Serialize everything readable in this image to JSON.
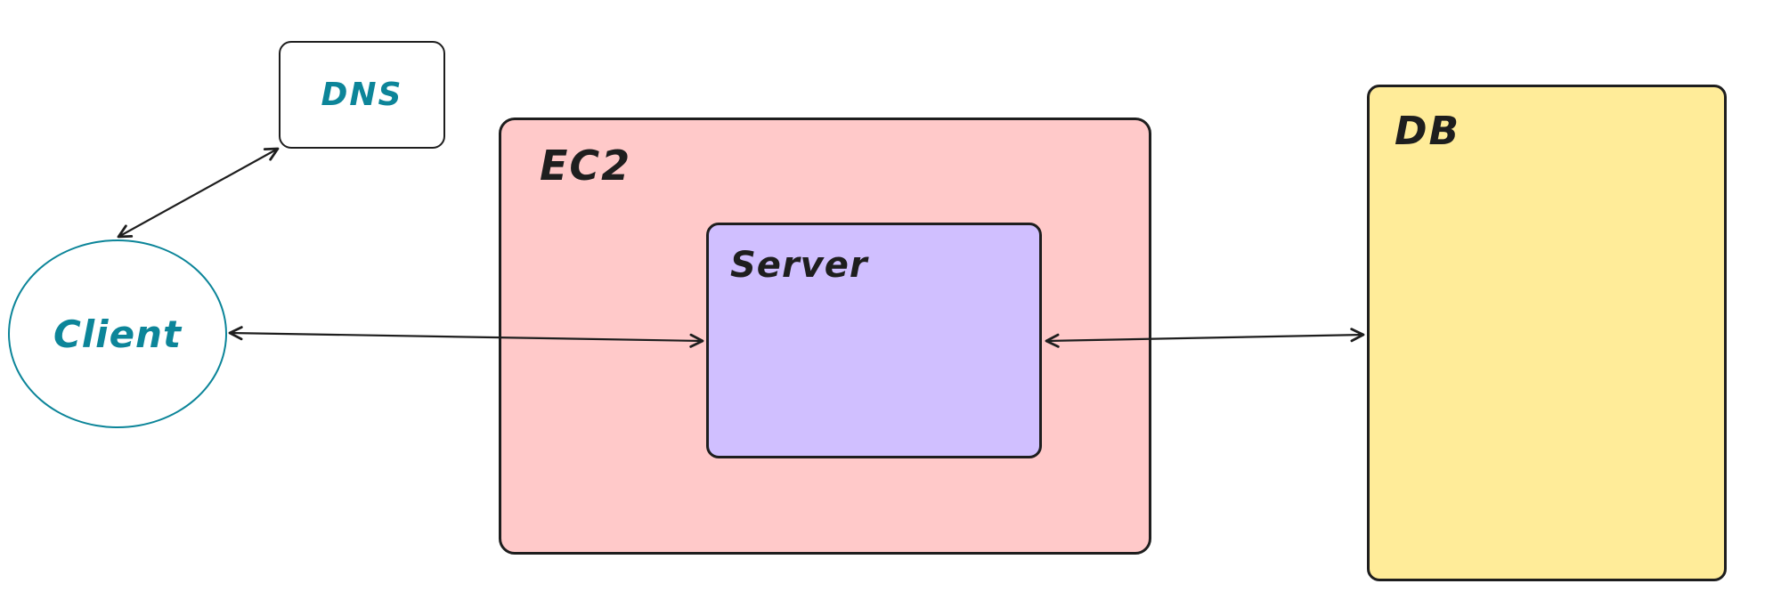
{
  "diagram": {
    "type": "architecture-sketch",
    "nodes": {
      "dns": {
        "label": "DNS",
        "shape": "rectangle",
        "fill": "#ffffff",
        "text_color": "#0c8599"
      },
      "client": {
        "label": "Client",
        "shape": "ellipse",
        "fill": "#ffffff",
        "text_color": "#0c8599"
      },
      "ec2": {
        "label": "EC2",
        "shape": "rectangle",
        "fill": "#ffc9c9",
        "text_color": "#1e1e1e"
      },
      "server": {
        "label": "Server",
        "shape": "rectangle",
        "fill": "#d0bfff",
        "text_color": "#1e1e1e",
        "parent": "ec2"
      },
      "db": {
        "label": "DB",
        "shape": "rectangle",
        "fill": "#ffec99",
        "text_color": "#1e1e1e"
      }
    },
    "edges": [
      {
        "from": "client",
        "to": "dns",
        "direction": "bidirectional"
      },
      {
        "from": "client",
        "to": "server",
        "direction": "bidirectional"
      },
      {
        "from": "server",
        "to": "db",
        "direction": "bidirectional"
      }
    ]
  },
  "colors": {
    "stroke": "#1e1e1e",
    "cyan": "#0c8599",
    "ec2_fill": "#ffc9c9",
    "server_fill": "#d0bfff",
    "db_fill": "#ffec99",
    "background": "#ffffff"
  }
}
